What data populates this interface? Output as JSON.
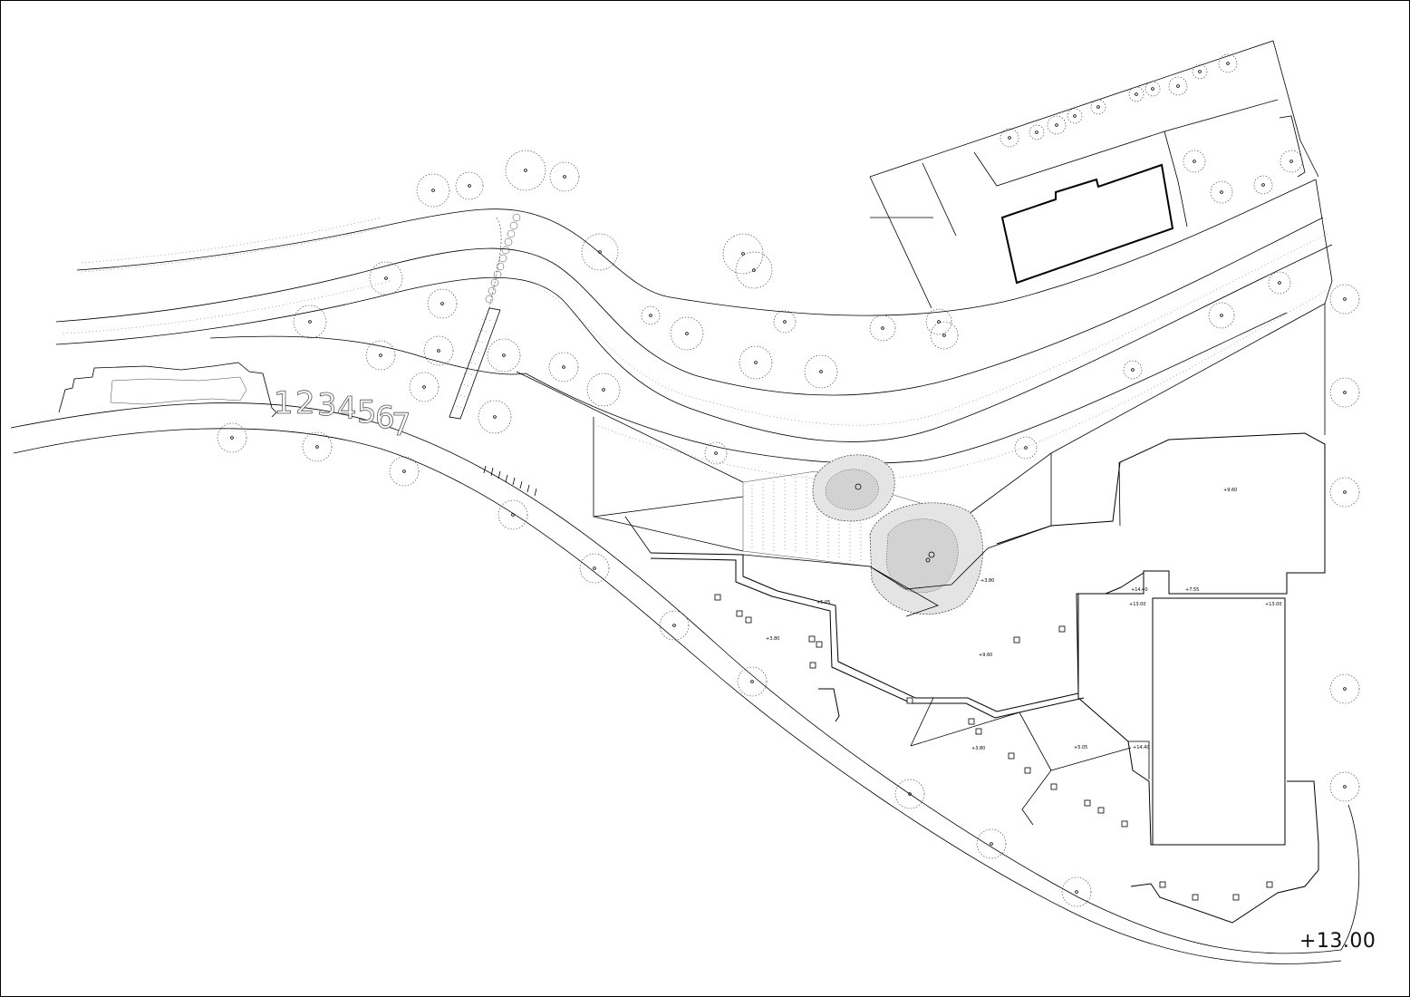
{
  "drawing": {
    "level_label": "+13.00",
    "seat_numbers": [
      "1",
      "2",
      "3",
      "4",
      "5",
      "6",
      "7"
    ],
    "spot_levels": [
      {
        "id": "roof-east",
        "label": "+9.60"
      },
      {
        "id": "terrace-a",
        "label": "+5.05"
      },
      {
        "id": "terrace-b",
        "label": "+3.80"
      },
      {
        "id": "center",
        "label": "+9.60"
      },
      {
        "id": "tree-court",
        "label": "+3.80"
      },
      {
        "id": "small-1",
        "label": "+14.40"
      },
      {
        "id": "small-2",
        "label": "+7.55"
      },
      {
        "id": "tower-west",
        "label": "+13.00"
      },
      {
        "id": "tower-east",
        "label": "+13.00"
      },
      {
        "id": "lower-west",
        "label": "+3.80"
      },
      {
        "id": "lower-mid",
        "label": "+5.05"
      },
      {
        "id": "small-3",
        "label": "+14.40"
      }
    ]
  }
}
